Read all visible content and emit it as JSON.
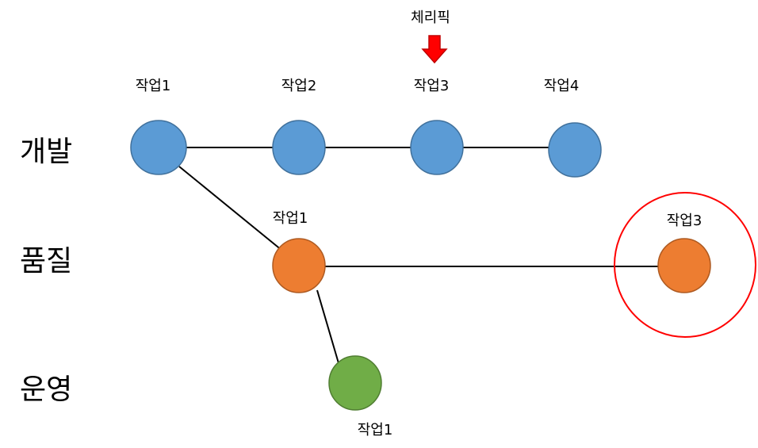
{
  "branches": {
    "dev": "개발",
    "quality": "품질",
    "ops": "운영"
  },
  "nodes": {
    "dev": [
      "작업1",
      "작업2",
      "작업3",
      "작업4"
    ],
    "quality": [
      "작업1",
      "작업3"
    ],
    "ops": [
      "작업1"
    ]
  },
  "cherry_pick": "체리픽",
  "colors": {
    "dev_fill": "#5B9BD5",
    "dev_stroke": "#41719C",
    "quality_fill": "#ED7D31",
    "quality_stroke": "#AE5A21",
    "ops_fill": "#70AD47",
    "ops_stroke": "#507E32",
    "highlight": "#FF0000",
    "arrow_fill": "#FF0000",
    "arrow_stroke": "#C00000"
  }
}
